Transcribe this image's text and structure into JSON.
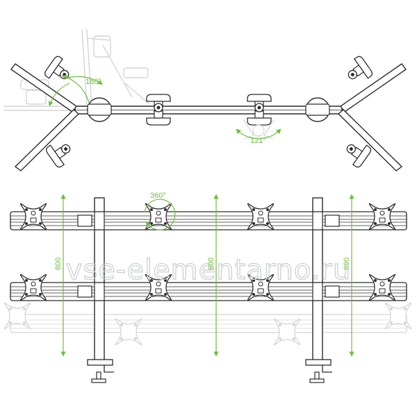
{
  "diagram": {
    "top_view": {
      "angle_swing": "180°",
      "angle_tilt": "121°"
    },
    "front_view": {
      "rotation": "360°",
      "height_left": "800",
      "height_center": "800",
      "height_right": "800"
    },
    "watermark": "vse-elementarno.ru",
    "colors": {
      "line": "#2a2a2a",
      "dimension": "#6cbf3c",
      "ghost": "#d4d4d4",
      "watermark": "#c9ccd1"
    }
  }
}
